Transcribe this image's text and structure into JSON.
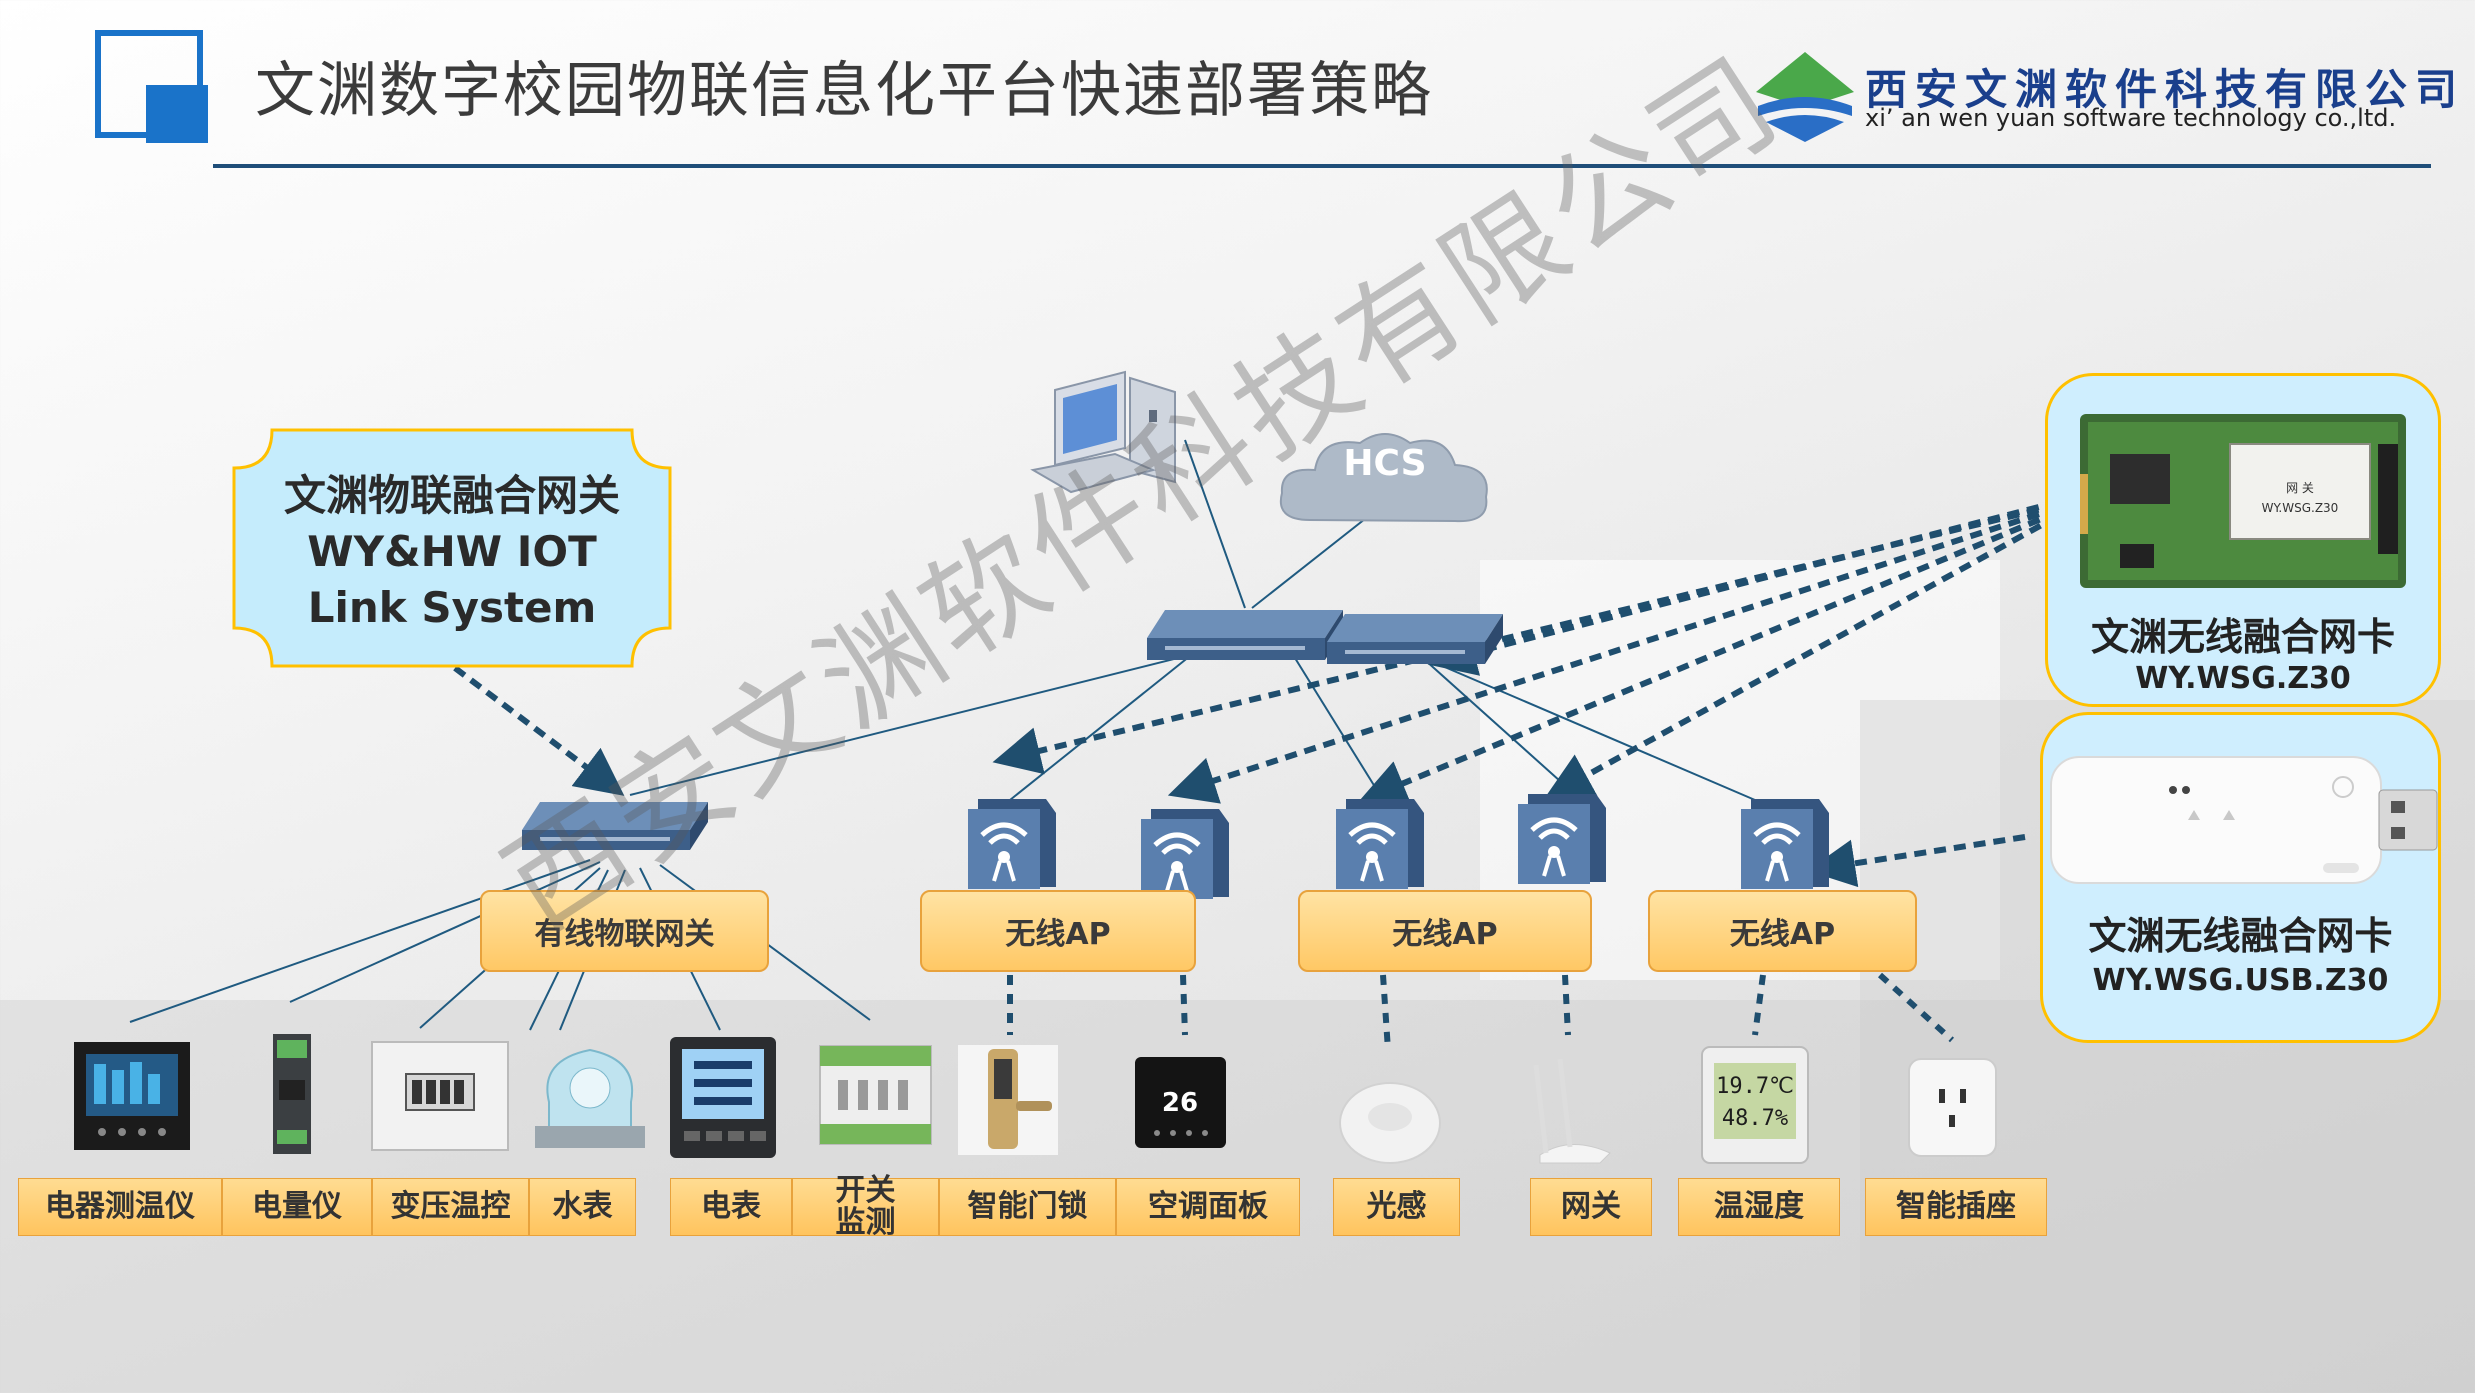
{
  "header": {
    "title": "文渊数字校园物联信息化平台快速部署策略",
    "logo_cn": "西安文渊软件科技有限公司",
    "logo_en": "xi’ an wen yuan software technology co.,ltd."
  },
  "gateway_box": {
    "line1": "文渊物联融合网关",
    "line2": "WY&HW IOT",
    "line3": "Link System"
  },
  "cloud_label": "HCS",
  "wired_gateway_label": "有线物联网关",
  "ap_labels": [
    "无线AP",
    "无线AP",
    "无线AP"
  ],
  "card1": {
    "title": "文渊无线融合网卡",
    "model": "WY.WSG.Z30",
    "board_text": [
      "网 关",
      "WY.WSG.Z30"
    ]
  },
  "card2": {
    "title": "文渊无线融合网卡",
    "model": "WY.WSG.USB.Z30"
  },
  "devices": [
    "电器测温仪",
    "电量仪",
    "变压温控",
    "水表",
    "电表",
    "开关\n监测",
    "智能门锁",
    "空调面板",
    "光感",
    "网关",
    "温湿度",
    "智能插座"
  ],
  "screens": {
    "thermo_temp": "19.7℃",
    "thermo_hum": "48.7%",
    "ac_panel": "26"
  },
  "watermark": "西安文渊软件科技有限公司",
  "colors": {
    "accent_blue": "#1a73c9",
    "line_blue": "#1f5a80",
    "orange": "#ffc865",
    "panel_bg": "#cfeefe",
    "panel_border": "#ffc000"
  }
}
